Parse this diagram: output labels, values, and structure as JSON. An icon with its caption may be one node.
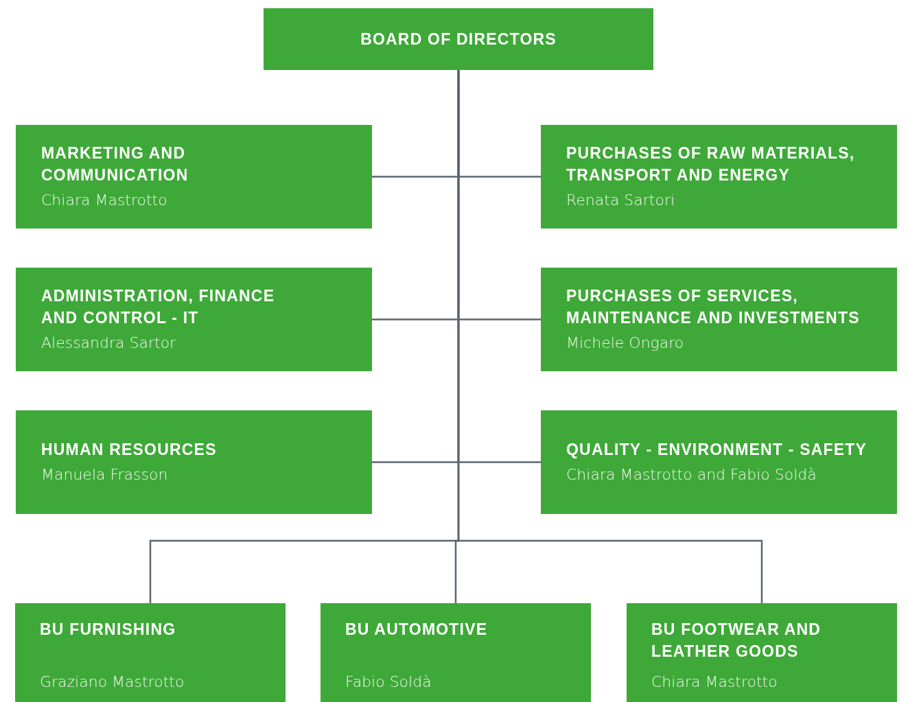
{
  "diagram": {
    "nodes": [
      {
        "text": [
          "BOARD OF DIRECTORS"
        ]
      },
      {
        "text": [
          "MARKETING AND COMMUNICATION",
          "Chiara Mastrotto"
        ]
      },
      {
        "text": [
          "PURCHASES OF RAW MATERIALS, TRANSPORT AND ENERGY",
          "Renata Sartori"
        ]
      },
      {
        "text": [
          "ADMINISTRATION, FINANCE AND CONTROL - IT",
          "Alessandra Sartor"
        ]
      },
      {
        "text": [
          "PURCHASES OF SERVICES, MAINTENANCE AND INVESTMENTS",
          "Michele Ongaro"
        ]
      },
      {
        "text": [
          "HUMAN RESOURCES",
          "Manuela Frasson"
        ]
      },
      {
        "text": [
          "QUALITY - ENVIRONMENT - SAFETY",
          "Chiara Mastrotto and Fabio Soldà"
        ]
      },
      {
        "text": [
          "BU FURNISHING",
          "Graziano Mastrotto"
        ]
      },
      {
        "text": [
          "BU AUTOMOTIVE",
          "Fabio Soldà"
        ]
      },
      {
        "text": [
          "BU FOOTWEAR AND LEATHER GOODS",
          "Chiara Mastrotto"
        ]
      }
    ],
    "edges": [
      {
        "from": 0,
        "to": 1,
        "arrow": "none"
      },
      {
        "from": 0,
        "to": 2,
        "arrow": "none"
      },
      {
        "from": 0,
        "to": 3,
        "arrow": "none"
      },
      {
        "from": 0,
        "to": 4,
        "arrow": "none"
      },
      {
        "from": 0,
        "to": 5,
        "arrow": "none"
      },
      {
        "from": 0,
        "to": 6,
        "arrow": "none"
      },
      {
        "from": 0,
        "to": 7,
        "arrow": "none"
      },
      {
        "from": 0,
        "to": 8,
        "arrow": "none"
      },
      {
        "from": 0,
        "to": 9,
        "arrow": "none"
      }
    ]
  }
}
